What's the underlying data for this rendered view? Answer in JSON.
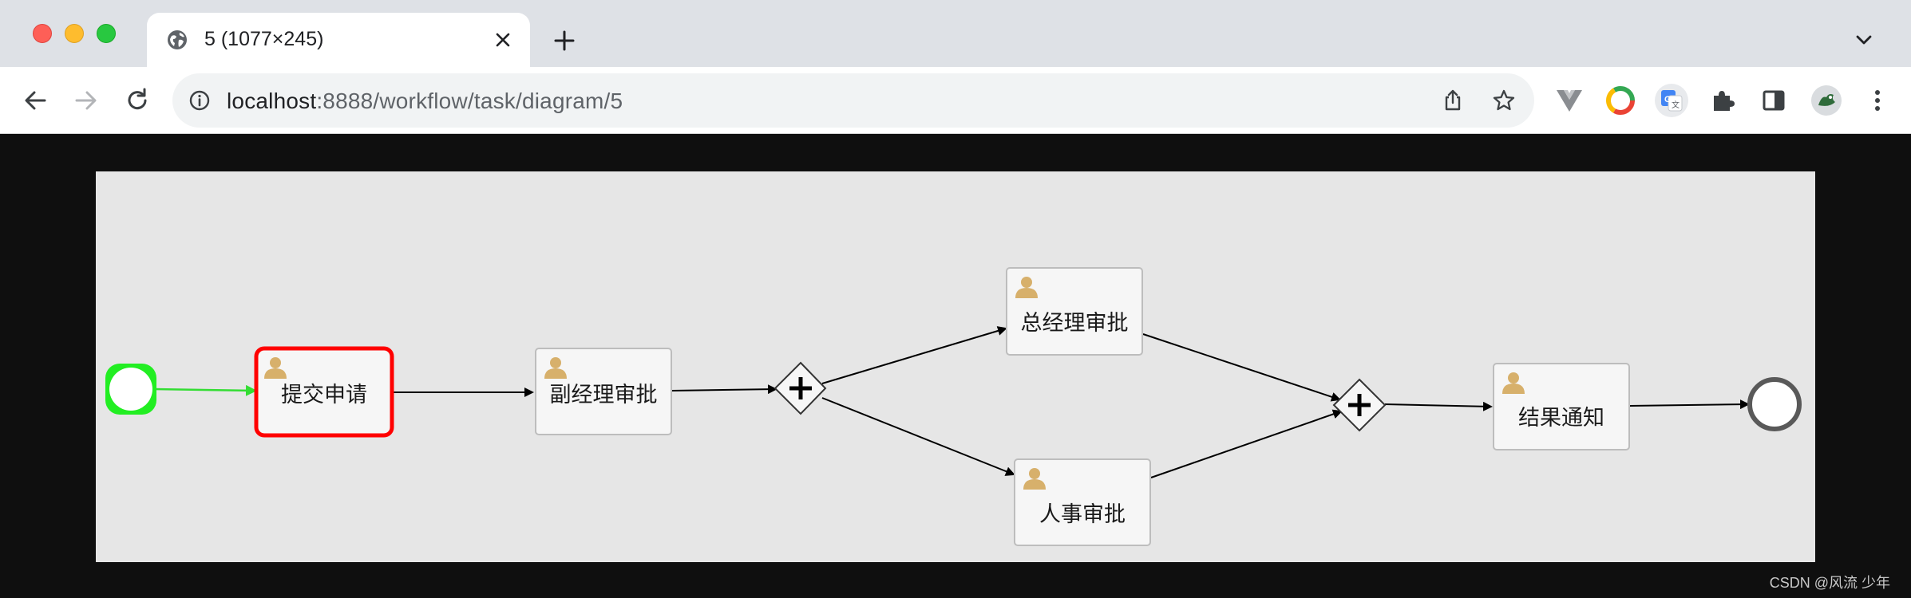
{
  "tab": {
    "title": "5 (1077×245)"
  },
  "address_bar": {
    "host": "localhost",
    "path": ":8888/workflow/task/diagram/5"
  },
  "toolbar": {
    "icons": [
      "back-arrow-icon",
      "forward-arrow-icon",
      "reload-icon",
      "site-info-icon",
      "share-icon",
      "bookmark-star-icon",
      "vue-devtools-icon",
      "chrome-color-icon",
      "google-translate-icon",
      "extensions-puzzle-icon",
      "side-panel-icon",
      "profile-avatar-icon",
      "more-menu-icon"
    ]
  },
  "diagram": {
    "tasks": [
      {
        "id": "submit",
        "label": "提交申请",
        "state": "current",
        "border_color": "#ff0000"
      },
      {
        "id": "deputy",
        "label": "副经理审批",
        "state": "pending"
      },
      {
        "id": "gm",
        "label": "总经理审批",
        "state": "pending"
      },
      {
        "id": "hr",
        "label": "人事审批",
        "state": "pending"
      },
      {
        "id": "notify",
        "label": "结果通知",
        "state": "pending"
      }
    ],
    "start_event_color": "#22ee22",
    "executed_flow_color": "#33dd33",
    "gateway_type": "parallel"
  },
  "watermark": "CSDN @风流 少年"
}
